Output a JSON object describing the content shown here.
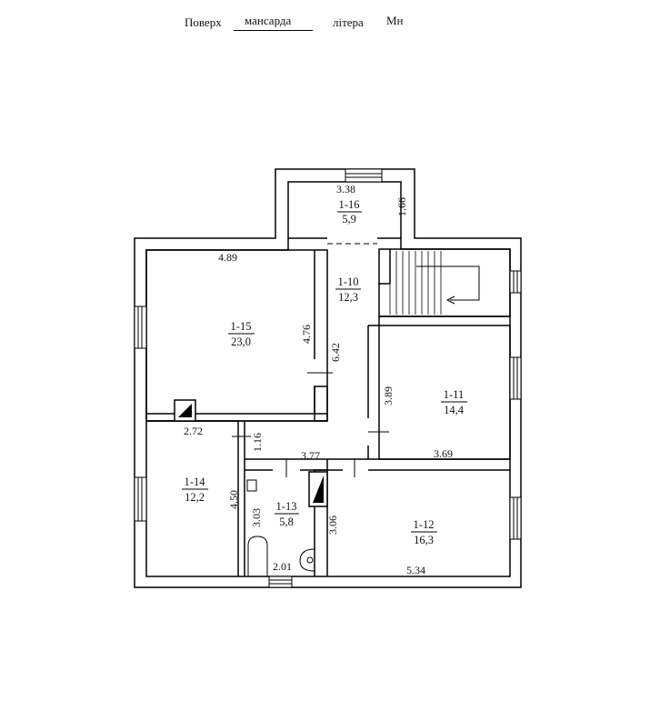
{
  "header": {
    "floor_label": "Поверх",
    "floor_value": "мансарда",
    "letter_label": "літера",
    "letter_value": "Мн"
  },
  "rooms": [
    {
      "id": "1-16",
      "area": "5,9"
    },
    {
      "id": "1-10",
      "area": "12,3"
    },
    {
      "id": "1-15",
      "area": "23,0"
    },
    {
      "id": "1-11",
      "area": "14,4"
    },
    {
      "id": "1-14",
      "area": "12,2"
    },
    {
      "id": "1-13",
      "area": "5,8"
    },
    {
      "id": "1-12",
      "area": "16,3"
    }
  ],
  "dimensions": {
    "d1": "3.38",
    "d2": "1.66",
    "d3": "4.89",
    "d4": "4.76",
    "d5": "6.42",
    "d6": "3.89",
    "d7": "2.72",
    "d8": "1.16",
    "d9": "3.77",
    "d10": "3.69",
    "d11": "4.50",
    "d12": "3.03",
    "d13": "3.06",
    "d14": "2.01",
    "d15": "5.34"
  }
}
